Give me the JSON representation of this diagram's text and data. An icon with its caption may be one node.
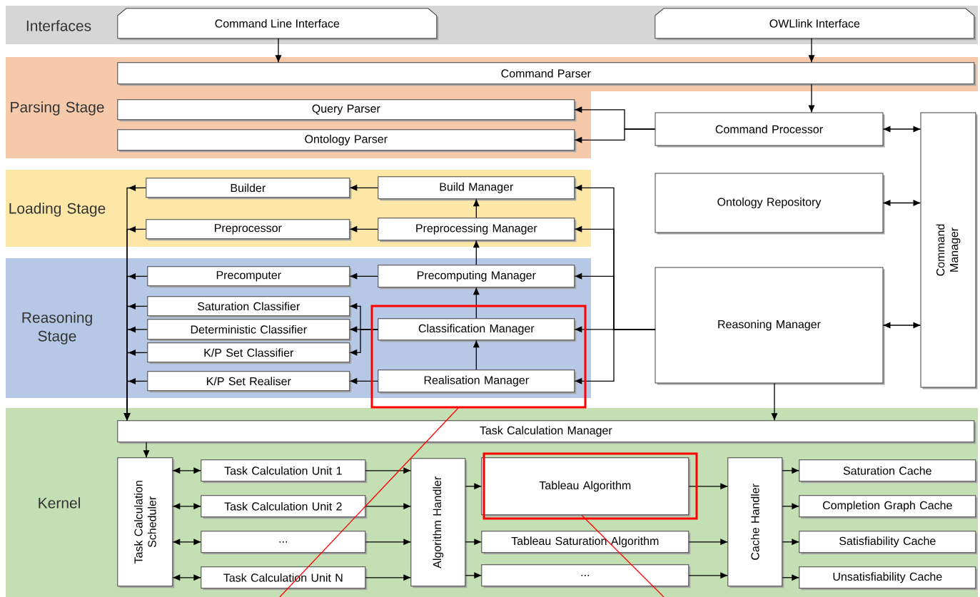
{
  "diagram": {
    "nodes": [
      {
        "text": [
          "Interfaces"
        ]
      },
      {
        "text": [
          "Command Line Interface"
        ],
        "in": 0
      },
      {
        "text": [
          "OWLlink Interface"
        ],
        "in": 0
      },
      {
        "text": [
          "Parsing Stage"
        ]
      },
      {
        "text": [
          "Command Parser"
        ],
        "in": 3
      },
      {
        "text": [
          "Query Parser"
        ],
        "in": 3
      },
      {
        "text": [
          "Ontology Parser"
        ],
        "in": 3
      },
      {
        "text": [
          "Loading Stage"
        ]
      },
      {
        "text": [
          "Builder"
        ],
        "in": 7
      },
      {
        "text": [
          "Build Manager"
        ],
        "in": 7
      },
      {
        "text": [
          "Preprocessor"
        ],
        "in": 7
      },
      {
        "text": [
          "Preprocessing Manager"
        ],
        "in": 7
      },
      {
        "text": [
          "Reasoning Stage"
        ]
      },
      {
        "text": [
          "Precomputer"
        ],
        "in": 12
      },
      {
        "text": [
          "Precomputing Manager"
        ],
        "in": 12
      },
      {
        "text": [
          "Saturation Classifier"
        ],
        "in": 12
      },
      {
        "text": [
          "Deterministic Classifier"
        ],
        "in": 12
      },
      {
        "text": [
          "K/P Set Classifier"
        ],
        "in": 12
      },
      {
        "text": [
          "Classification Manager"
        ],
        "in": 12
      },
      {
        "text": [
          "K/P Set Realiser"
        ],
        "in": 12
      },
      {
        "text": [
          "Realisation Manager"
        ],
        "in": 12
      },
      {
        "text": [
          "Command Processor"
        ]
      },
      {
        "text": [
          "Ontology Repository"
        ]
      },
      {
        "text": [
          "Reasoning Manager"
        ]
      },
      {
        "text": [
          "Command Manager"
        ]
      },
      {
        "text": [
          "Kernel"
        ]
      },
      {
        "text": [
          "Task Calculation Manager"
        ],
        "in": 25
      },
      {
        "text": [
          "Task Calculation Scheduler"
        ],
        "in": 25
      },
      {
        "text": [
          "Task Calculation Unit 1"
        ],
        "in": 25
      },
      {
        "text": [
          "Task Calculation Unit 2"
        ],
        "in": 25
      },
      {
        "text": [
          "..."
        ],
        "in": 25
      },
      {
        "text": [
          "Task Calculation Unit N"
        ],
        "in": 25
      },
      {
        "text": [
          "Algorithm Handler"
        ],
        "in": 25
      },
      {
        "text": [
          "Tableau Algorithm"
        ],
        "in": 25
      },
      {
        "text": [
          "Tableau Saturation Algorithm"
        ],
        "in": 25
      },
      {
        "text": [
          "..."
        ],
        "in": 25
      },
      {
        "text": [
          "Cache Handler"
        ],
        "in": 25
      },
      {
        "text": [
          "Saturation Cache"
        ],
        "in": 25
      },
      {
        "text": [
          "Completion Graph Cache"
        ],
        "in": 25
      },
      {
        "text": [
          "Satisfiability Cache"
        ],
        "in": 25
      },
      {
        "text": [
          "Unsatisfiability Cache"
        ],
        "in": 25
      }
    ],
    "edges": [
      {
        "from": 1,
        "to": 4,
        "arrow": "to"
      },
      {
        "from": 2,
        "to": 4,
        "arrow": "to"
      },
      {
        "from": 4,
        "to": 21,
        "arrow": "to"
      },
      {
        "from": 21,
        "to": 5,
        "arrow": "to"
      },
      {
        "from": 21,
        "to": 6,
        "arrow": "to"
      },
      {
        "from": 21,
        "to": 24,
        "arrow": "both"
      },
      {
        "from": 22,
        "to": 24,
        "arrow": "both"
      },
      {
        "from": 23,
        "to": 24,
        "arrow": "both"
      },
      {
        "from": 23,
        "to": 9,
        "arrow": "to"
      },
      {
        "from": 23,
        "to": 11,
        "arrow": "to"
      },
      {
        "from": 23,
        "to": 14,
        "arrow": "to"
      },
      {
        "from": 23,
        "to": 18,
        "arrow": "to"
      },
      {
        "from": 23,
        "to": 20,
        "arrow": "to"
      },
      {
        "from": 20,
        "to": 18,
        "arrow": "to"
      },
      {
        "from": 18,
        "to": 14,
        "arrow": "to"
      },
      {
        "from": 14,
        "to": 11,
        "arrow": "to"
      },
      {
        "from": 11,
        "to": 9,
        "arrow": "to"
      },
      {
        "from": 9,
        "to": 8,
        "arrow": "to"
      },
      {
        "from": 11,
        "to": 10,
        "arrow": "to"
      },
      {
        "from": 14,
        "to": 13,
        "arrow": "to"
      },
      {
        "from": 18,
        "to": 15,
        "arrow": "to"
      },
      {
        "from": 18,
        "to": 16,
        "arrow": "to"
      },
      {
        "from": 18,
        "to": 17,
        "arrow": "to"
      },
      {
        "from": 20,
        "to": 19,
        "arrow": "to"
      },
      {
        "from": 8,
        "to": 26,
        "arrow": "to"
      },
      {
        "from": 10,
        "to": 26,
        "arrow": "to"
      },
      {
        "from": 13,
        "to": 26,
        "arrow": "to"
      },
      {
        "from": 15,
        "to": 26,
        "arrow": "to"
      },
      {
        "from": 16,
        "to": 26,
        "arrow": "to"
      },
      {
        "from": 17,
        "to": 26,
        "arrow": "to"
      },
      {
        "from": 19,
        "to": 26,
        "arrow": "to"
      },
      {
        "from": 23,
        "to": 26,
        "arrow": "to"
      },
      {
        "from": 26,
        "to": 27,
        "arrow": "to"
      },
      {
        "from": 27,
        "to": 28,
        "arrow": "both"
      },
      {
        "from": 27,
        "to": 29,
        "arrow": "both"
      },
      {
        "from": 27,
        "to": 30,
        "arrow": "both"
      },
      {
        "from": 27,
        "to": 31,
        "arrow": "both"
      },
      {
        "from": 28,
        "to": 32,
        "arrow": "to"
      },
      {
        "from": 29,
        "to": 32,
        "arrow": "to"
      },
      {
        "from": 30,
        "to": 32,
        "arrow": "to"
      },
      {
        "from": 31,
        "to": 32,
        "arrow": "to"
      },
      {
        "from": 32,
        "to": 33,
        "arrow": "to"
      },
      {
        "from": 32,
        "to": 34,
        "arrow": "to"
      },
      {
        "from": 32,
        "to": 35,
        "arrow": "to"
      },
      {
        "from": 33,
        "to": 36,
        "arrow": "to"
      },
      {
        "from": 34,
        "to": 36,
        "arrow": "to"
      },
      {
        "from": 35,
        "to": 36,
        "arrow": "to"
      },
      {
        "from": 36,
        "to": 37,
        "arrow": "to"
      },
      {
        "from": 36,
        "to": 38,
        "arrow": "to"
      },
      {
        "from": 36,
        "to": 39,
        "arrow": "to"
      },
      {
        "from": 36,
        "to": 40,
        "arrow": "to"
      },
      {
        "from": 33,
        "to": null,
        "arrow": "none",
        "color": "#ff0000"
      }
    ]
  }
}
